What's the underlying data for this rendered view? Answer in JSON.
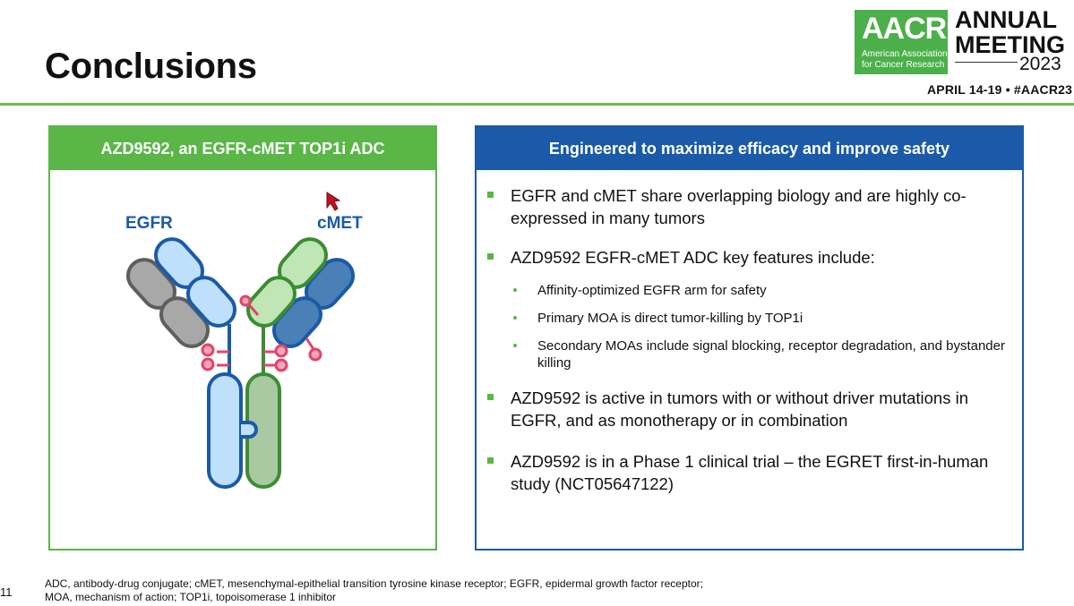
{
  "slide": {
    "title": "Conclusions",
    "page_number": "11"
  },
  "logo": {
    "mark": "AACR",
    "org": "American Association for Cancer Research",
    "meeting_line1": "ANNUAL",
    "meeting_line2": "MEETING",
    "year": "2023",
    "dates": "APRIL 14-19 • #AACR23"
  },
  "left_panel": {
    "heading": "AZD9592, an EGFR-cMET TOP1i ADC",
    "label_egfr": "EGFR",
    "label_cmet": "cMET"
  },
  "right_panel": {
    "heading": "Engineered to maximize efficacy and improve safety",
    "bullets": [
      "EGFR and cMET share overlapping biology and are highly co-expressed in many tumors",
      "AZD9592 EGFR-cMET ADC key features include:",
      "AZD9592 is active in tumors with or without driver mutations in EGFR, and as monotherapy or in combination",
      "AZD9592 is in a Phase 1 clinical trial – the EGRET first-in-human study (NCT05647122)"
    ],
    "sub_bullets": [
      "Affinity-optimized EGFR arm for safety",
      "Primary MOA is direct tumor-killing by TOP1i",
      "Secondary MOAs include signal blocking, receptor degradation, and bystander killing"
    ]
  },
  "footnote": {
    "line1": "ADC, antibody-drug conjugate; cMET, mesenchymal-epithelial transition tyrosine kinase receptor; EGFR, epidermal growth factor receptor;",
    "line2": "MOA, mechanism of action; TOP1i, topoisomerase 1 inhibitor"
  },
  "colors": {
    "green": "#5bb648",
    "blue": "#1a5aa8",
    "egfr_light": "#bfe0fb",
    "cmet_light": "#bfe6b4",
    "cmet_dark": "#4a80b6",
    "grey": "#a8a8a8",
    "payload": "#e0456b"
  },
  "icons": [
    "cursor-arrow-icon"
  ]
}
